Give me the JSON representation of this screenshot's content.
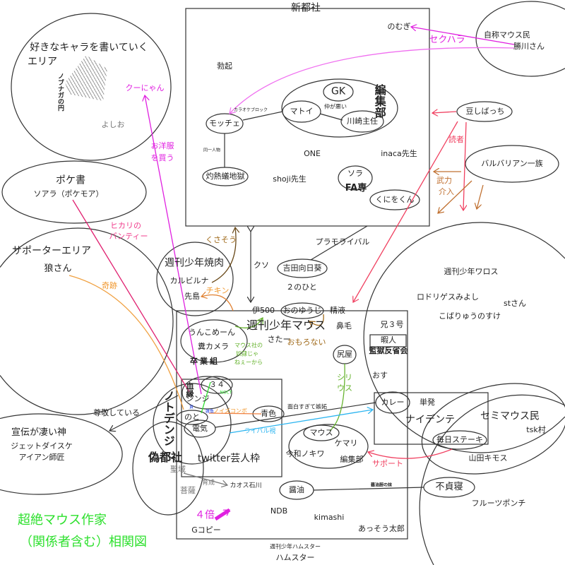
{
  "title": {
    "main1": "超絶マウス作家",
    "main2": "（関係者含む）相関図"
  },
  "shintosha": {
    "name": "新都社",
    "nomugi": "のむぎ",
    "bokki": "勃起",
    "gk": "GK",
    "henshubu": "編集部",
    "matoi": "マトイ",
    "naka": "仲が悪い",
    "kawasaki": "川崎主任",
    "karaoke": "カラオケブロック",
    "mocche": "モッチェ",
    "doitsu": "同一人物",
    "one": "ONE",
    "inaca": "inaca先生",
    "shakunetsu": "灼熱蟻地獄",
    "shoji": "shoji先生",
    "sora": "ソラ",
    "fa": "FA専",
    "kuniwo": "くにをくん"
  },
  "right_top": {
    "jisho": "自称マウス民",
    "katsukawa": "勝川さん",
    "sekuhara": "セクハラ",
    "mameshiba": "豆しばっち",
    "dokusha": "読者",
    "barbarian": "バルバリアン一族",
    "buryoku": "武力",
    "kainyu": "介入"
  },
  "left": {
    "area1": "好きなキャラを書いていく",
    "area2": "エリア",
    "nobunaga": "ノブナガの円",
    "kunyan": "クーにゃん",
    "yoshio": "よしお",
    "yofuku1": "お洋服",
    "yofuku2": "を買う",
    "pokesho": "ポケ書",
    "soara": "ソアラ（ポケモア）",
    "hikari1": "ヒカリの",
    "hikari2": "パンティー",
    "supporter": "サポーターエリア",
    "ookami": "狼さん",
    "kiseki": "奇跡",
    "senden": "宣伝が凄い神",
    "jet": "ジェットダイスケ",
    "iron": "アイアン師匠",
    "sonkei": "尊敬している"
  },
  "yakiniku": {
    "name": "週刊少年焼肉",
    "karubi": "カルビルナ",
    "sakishima": "先島",
    "kusasou": "くさそう",
    "chikin": "チキン"
  },
  "middle": {
    "kuso": "クソ",
    "puramo": "プラモライバル",
    "yoshida": "吉田向日葵",
    "futari": "２のひと"
  },
  "warosu": {
    "name": "週刊少年ワロス",
    "rodorigesu": "ロドリゲスみよし",
    "st": "stさん",
    "kobaryu": "こばりゅうのすけ"
  },
  "mouse": {
    "name": "週刊少年マウス",
    "i500": "伊500",
    "ono": "おのゆうじ",
    "seieki": "精液",
    "hanage": "鼻毛",
    "ani3": "兄３号",
    "himajin": "暇人",
    "kangoku": "監獄反省会",
    "sata": "さたー",
    "omoronai": "おもろない",
    "unko": "うんこめーん",
    "kuso_camera": "糞カメラ",
    "sotsugyo": "卒業組",
    "dorei1": "マウス社の",
    "dorei2": "奴隷じゃ",
    "dorei3": "ねぇーから",
    "shiriya": "尻屋",
    "osu": "おす",
    "siri1": "シリ",
    "siri2": "ウス",
    "ketsuen": "血縁",
    "n34": "３４",
    "noct": "NOCT",
    "shinji": "シンジ",
    "notodenji": "ノトデンジ",
    "mitsugu": "貢",
    "zako": "雑魚",
    "noto": "のと",
    "noise": "ノイズコンボ",
    "aoiro": "青色",
    "omoshiro": "面白すぎて嫉妬",
    "denki": "電気",
    "rival": "ライバル視",
    "mouse2": "マウス",
    "kemari": "ケマリ",
    "reiwa": "今和ノキワ",
    "henshubu": "編集部",
    "twitter": "twitter芸人枠",
    "seiiki": "聖域",
    "ikusei": "育成",
    "chaos": "カオス石川",
    "bosatsu": "菩薩",
    "shoyu": "醤油",
    "shoyu_imo": "醤油厨の妹",
    "yonbai": "４倍",
    "ndb": "NDB",
    "kimashi": "kimashi",
    "gcopy": "Gコピー",
    "asso": "あっそう太郎",
    "hamster1": "週刊少年ハムスター",
    "hamster2": "ハムスター"
  },
  "nisetosha": {
    "name": "偽都社"
  },
  "naidente": {
    "curry": "カレー",
    "tanpatsu": "単発",
    "name": "ナイデンテ",
    "steak": "毎日ステーキ",
    "support": "サポート"
  },
  "semimouse": {
    "name": "セミマウス民",
    "tsk": "tsk村",
    "yamada": "山田キモス",
    "futene": "不貞寝",
    "fruits": "フルーツポンチ"
  },
  "colors": {
    "title": "#2ee02e",
    "magenta": "#e020e0",
    "red": "#f04060",
    "orange": "#f0962a",
    "cyan": "#2ab4f0",
    "green": "#66b32e"
  }
}
